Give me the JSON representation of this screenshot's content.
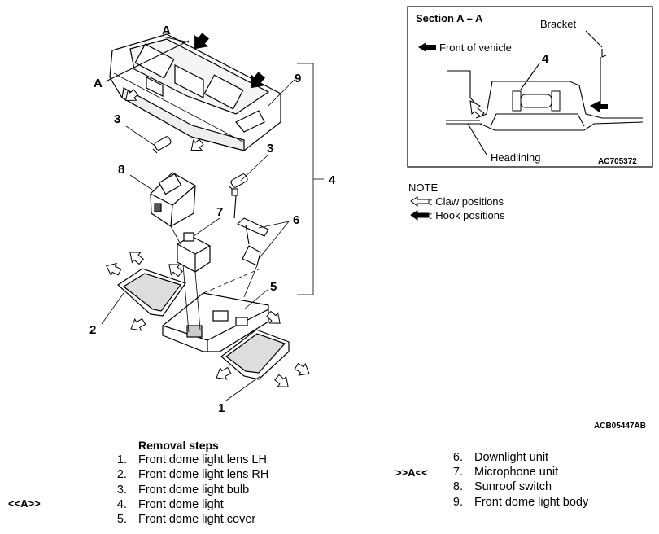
{
  "figure": {
    "section": {
      "title": "Section A – A",
      "bracket": "Bracket",
      "front_of_vehicle": "Front of vehicle",
      "headlining": "Headlining",
      "callout": "4",
      "code": "AC705372"
    },
    "note": {
      "title": "NOTE",
      "claw": ": Claw positions",
      "hook": ": Hook positions"
    },
    "callouts": {
      "n1": "1",
      "n2": "2",
      "n3a": "3",
      "n3b": "3",
      "n4": "4",
      "n5": "5",
      "n6": "6",
      "n7": "7",
      "n8": "8",
      "n9": "9",
      "a_top": "A",
      "a_left": "A"
    },
    "code": "ACB05447AB"
  },
  "removal": {
    "heading": "Removal steps",
    "left": [
      {
        "num": "1.",
        "text": "Front dome light lens LH"
      },
      {
        "num": "2.",
        "text": "Front dome light lens RH"
      },
      {
        "num": "3.",
        "text": "Front dome light bulb"
      },
      {
        "num": "4.",
        "text": "Front dome light"
      },
      {
        "num": "5.",
        "text": "Front dome light cover"
      }
    ],
    "right": [
      {
        "num": "6.",
        "text": "Downlight unit"
      },
      {
        "num": "7.",
        "text": "Microphone unit"
      },
      {
        "num": "8.",
        "text": "Sunroof switch"
      },
      {
        "num": "9.",
        "text": "Front dome light body"
      }
    ],
    "ref_a_left": "<<A>>",
    "ref_a_right": ">>A<<"
  }
}
